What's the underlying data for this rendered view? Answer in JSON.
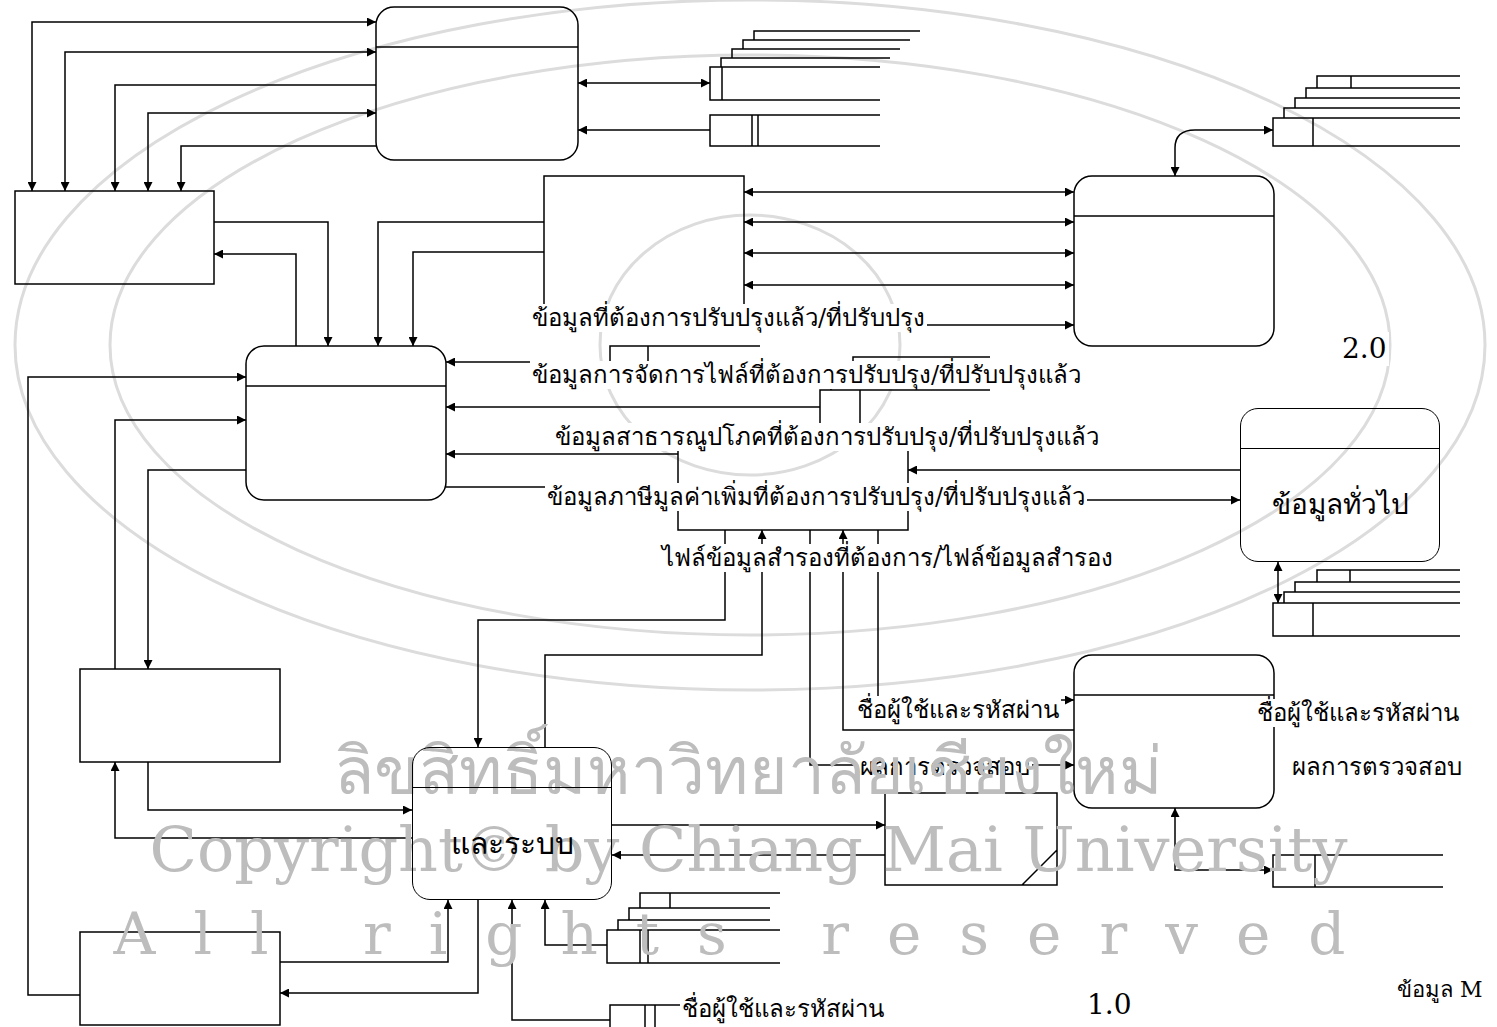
{
  "diagram": {
    "nodes": [
      {
        "text": [
          "ข้อมูลทั่วไป"
        ]
      },
      {
        "text": [
          "และระบบ"
        ]
      }
    ],
    "labels": [
      "2.0",
      "ข้อมูลที่ต้องการปรับปรุงแล้ว/ที่ปรับปรุง",
      "ข้อมูลการจัดการไฟล์ที่ต้องการปรับปรุง/ที่ปรับปรุงแล้ว",
      "ข้อมูลสาธารณูปโภคที่ต้องการปรับปรุง/ที่ปรับปรุงแล้ว",
      "ข้อมูลภาษีมูลค่าเพิ่มที่ต้องการปรับปรุง/ที่ปรับปรุงแล้ว",
      "ไฟล์ข้อมูลสำรองที่ต้องการ/ไฟล์ข้อมูลสำรอง",
      "ชื่อผู้ใช้และรหัสผ่าน",
      "ชื่อผู้ใช้และรหัสผ่าน",
      "ผลการตรวจสอบ",
      "ผลการตรวจสอบ",
      "ชื่อผู้ใช้และรหัสผ่าน",
      "1.0",
      "ข้อมูล M",
      "ลิขสิทธิ์มหาวิทยาลัยเชียงใหม่",
      "Copyright© by Chiang Mai University",
      "All rights reserved"
    ]
  }
}
